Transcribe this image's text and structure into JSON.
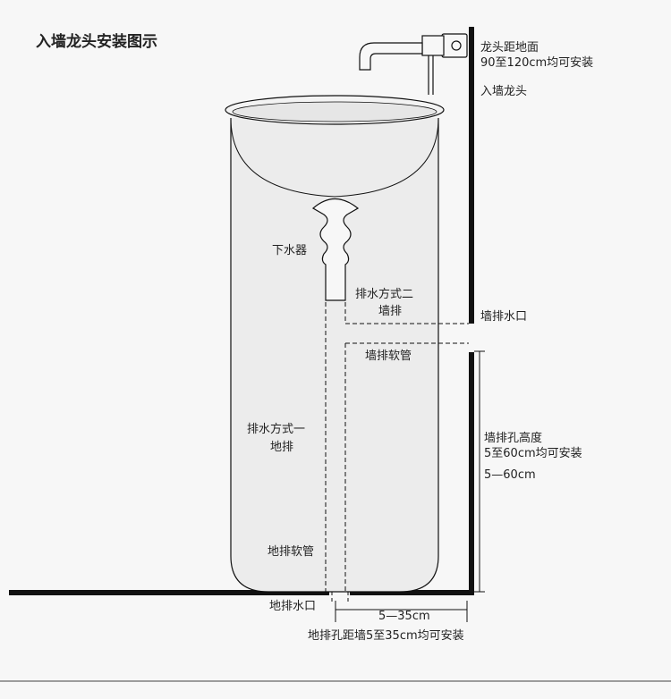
{
  "title": "入墙龙头安装图示",
  "labels": {
    "faucet_height_1": "龙头距地面",
    "faucet_height_2": "90至120cm均可安装",
    "wall_faucet": "入墙龙头",
    "drain_fitting": "下水器",
    "method2_1": "排水方式二",
    "method2_2": "墙排",
    "wall_outlet": "墙排水口",
    "wall_hose": "墙排软管",
    "wall_hole_height_1": "墙排孔高度",
    "wall_hole_height_2": "5至60cm均可安装",
    "wall_hole_range": "5—60cm",
    "method1_1": "排水方式一",
    "method1_2": "地排",
    "floor_hose": "地排软管",
    "floor_outlet": "地排水口",
    "floor_distance": "5—35cm",
    "floor_distance_note": "地排孔距墙5至35cm均可安装"
  },
  "colors": {
    "line": "#111111",
    "basin_fill": "#ececec",
    "background": "#f7f7f7"
  }
}
